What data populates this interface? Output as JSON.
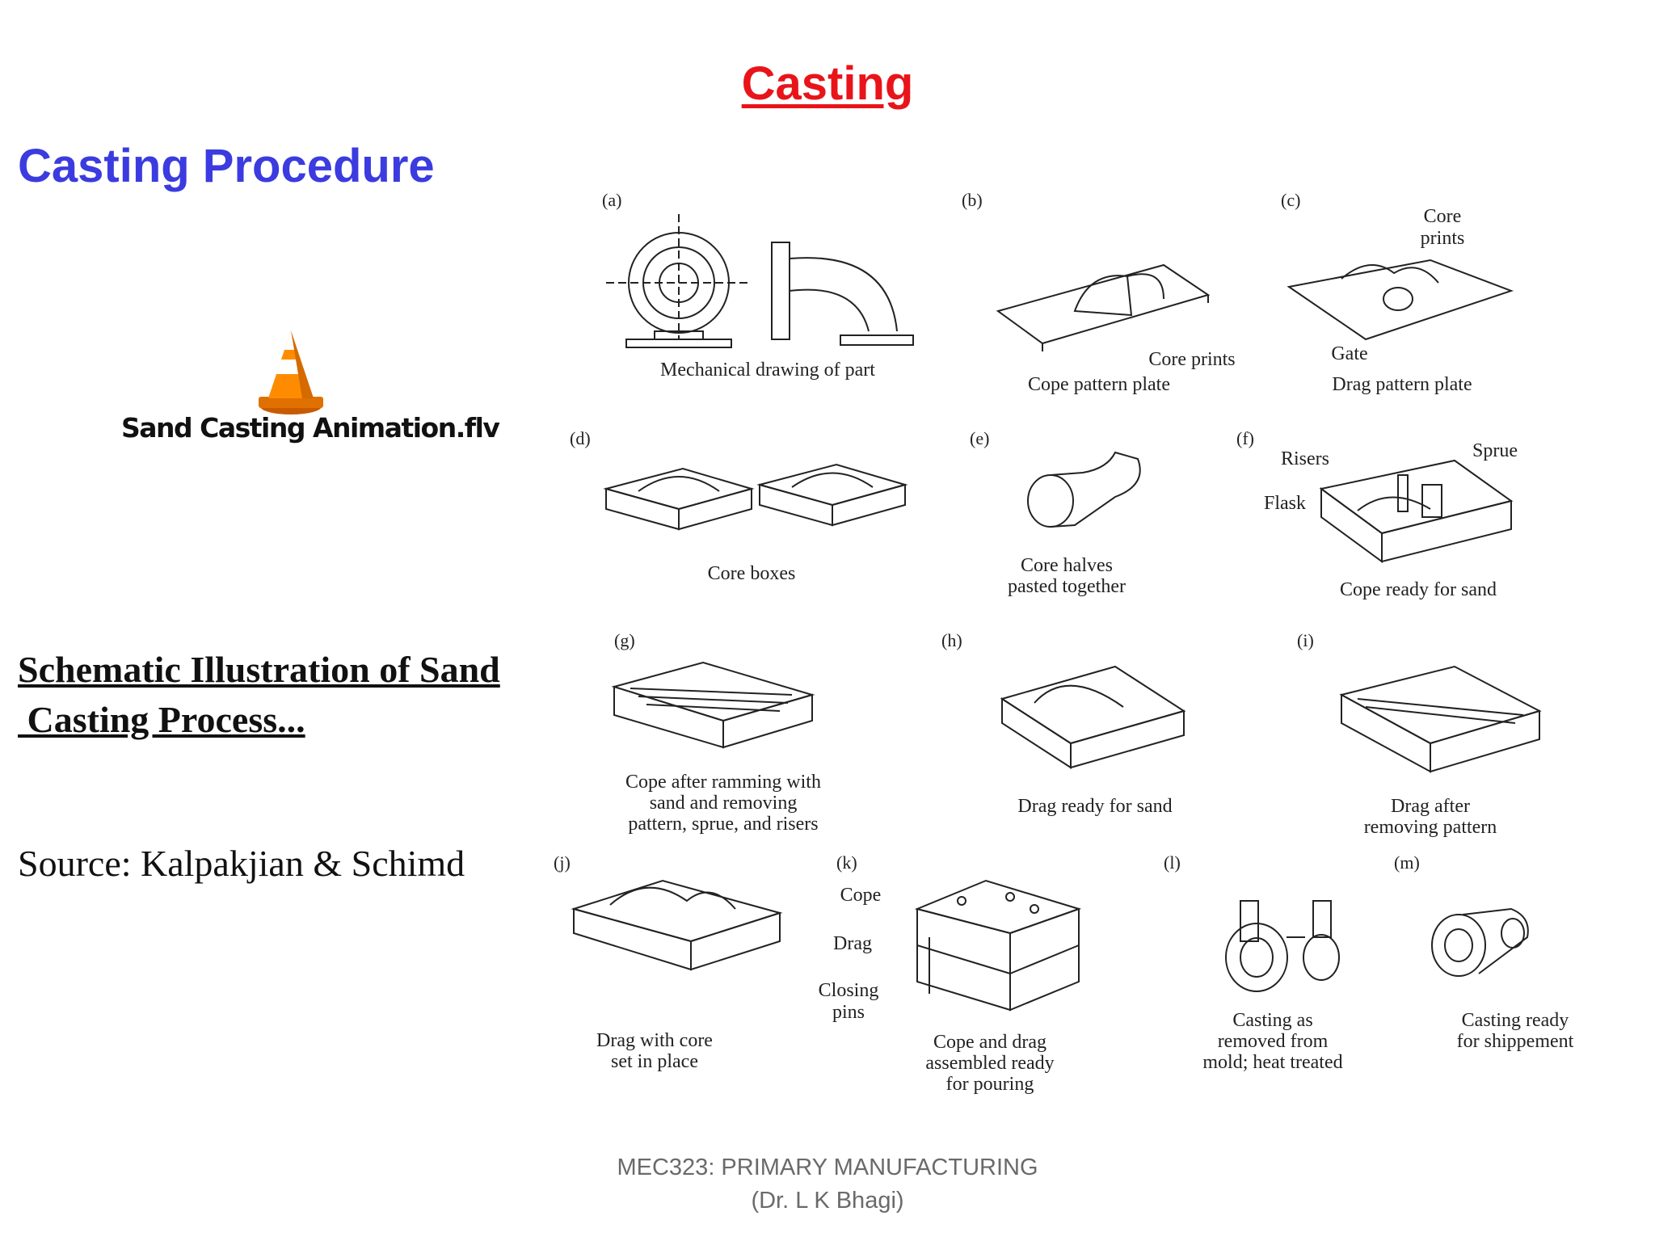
{
  "slide": {
    "title": "Casting",
    "subtitle": "Casting Procedure",
    "media_file": {
      "label": "Sand Casting Animation.flv",
      "icon": "vlc-cone-icon"
    },
    "caption": "Schematic Illustration of Sand\n Casting Process...",
    "source": "Source: Kalpakjian & Schimd",
    "footer": {
      "line1": "MEC323: PRIMARY MANUFACTURING",
      "line2": "(Dr. L K Bhagi)"
    },
    "colors": {
      "title": "#e8141a",
      "subtitle": "#3b3be0"
    }
  },
  "figure": {
    "panels": [
      {
        "tag": "(a)",
        "caption": [
          "Mechanical drawing of part"
        ]
      },
      {
        "tag": "(b)",
        "caption": [
          "Cope pattern plate"
        ],
        "callouts": [
          "Core prints"
        ]
      },
      {
        "tag": "(c)",
        "caption": [
          "Drag pattern plate"
        ],
        "callouts": [
          "Core",
          "prints",
          "Gate"
        ]
      },
      {
        "tag": "(d)",
        "caption": [
          "Core boxes"
        ]
      },
      {
        "tag": "(e)",
        "caption": [
          "Core halves",
          "pasted together"
        ]
      },
      {
        "tag": "(f)",
        "caption": [
          "Cope ready for sand"
        ],
        "callouts": [
          "Risers",
          "Sprue",
          "Flask"
        ]
      },
      {
        "tag": "(g)",
        "caption": [
          "Cope after ramming with",
          "sand and removing",
          "pattern, sprue, and risers"
        ]
      },
      {
        "tag": "(h)",
        "caption": [
          "Drag ready for sand"
        ]
      },
      {
        "tag": "(i)",
        "caption": [
          "Drag after",
          "removing pattern"
        ]
      },
      {
        "tag": "(j)",
        "caption": [
          "Drag with core",
          "set in place"
        ]
      },
      {
        "tag": "(k)",
        "caption": [
          "Cope and drag",
          "assembled ready",
          "for pouring"
        ],
        "callouts": [
          "Cope",
          "Drag",
          "Closing",
          "pins"
        ]
      },
      {
        "tag": "(l)",
        "caption": [
          "Casting as",
          "removed from",
          "mold; heat treated"
        ]
      },
      {
        "tag": "(m)",
        "caption": [
          "Casting ready",
          "for shippement"
        ]
      }
    ]
  }
}
